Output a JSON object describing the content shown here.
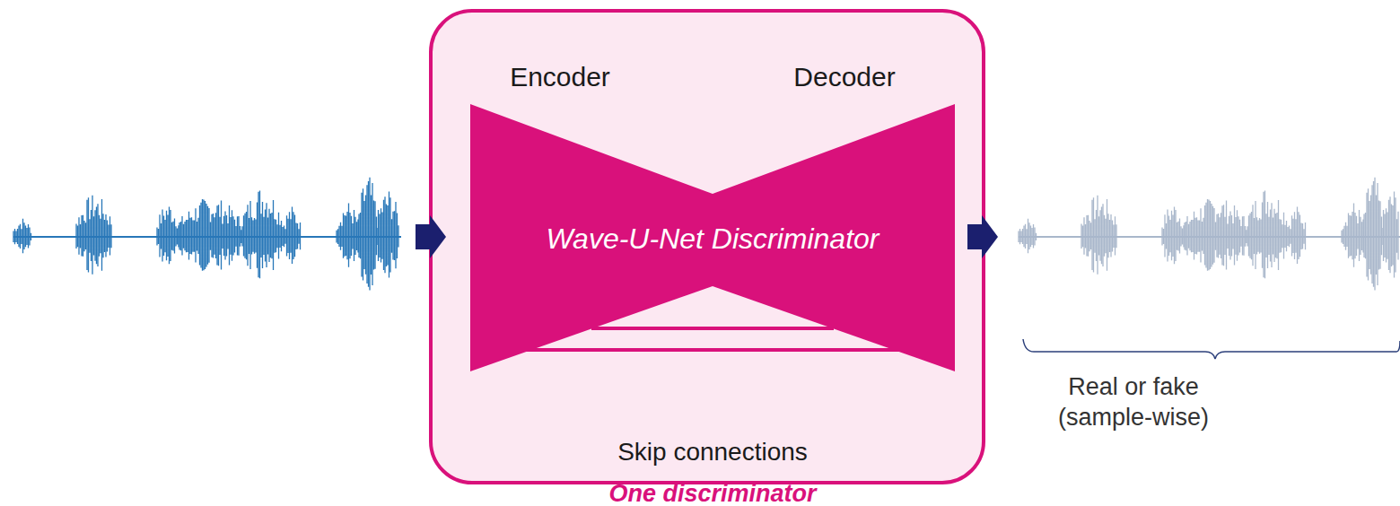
{
  "diagram": {
    "nodes": [
      {
        "text": [
          "Skip connections",
          "One discriminator"
        ]
      },
      {
        "text": [
          "Encoder",
          "Decoder",
          "Wave-U-Net Discriminator"
        ],
        "in": 0
      }
    ],
    "labels": [
      "Real or fake (sample-wise)"
    ]
  }
}
